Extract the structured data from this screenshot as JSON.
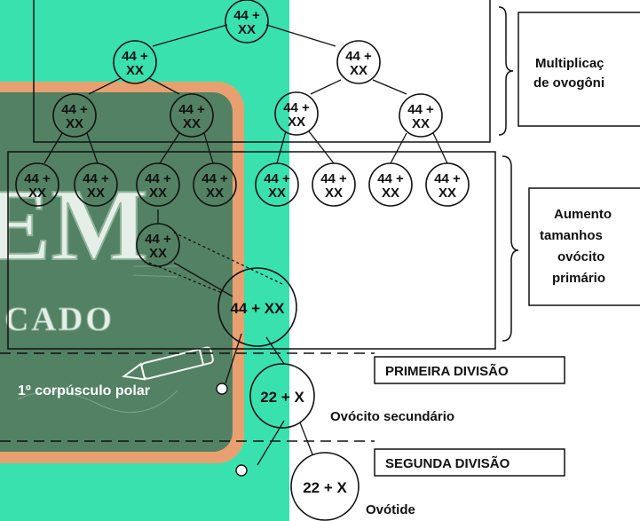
{
  "diagram": {
    "cell_label_top": "44 +",
    "cell_label_bottom": "XX",
    "primary_oocyte_label": "44 + XX",
    "secondary_oocyte_label": "22 + X",
    "ootid_label": "22 + X",
    "polar_body_label": "1º corpúsculo polar",
    "secondary_oocyte_caption": "Ovócito secundário",
    "ootid_caption": "Ovótide",
    "first_division_label": "PRIMEIRA DIVISÃO",
    "second_division_label": "SEGUNDA DIVISÃO",
    "phase1_label_line1": "Multiplicaç",
    "phase1_label_line2": "de ovogôni",
    "phase2_label_line1": "Aumento",
    "phase2_label_line2": "tamanhos",
    "phase2_label_line3": "ovócito",
    "phase2_label_line4": "primário"
  },
  "overlay": {
    "logo_letters": "EM",
    "logo_subtext": "CADO",
    "colors": {
      "mint": "#3fe6b4",
      "board_frame": "#e8a070",
      "board_fill": "#4d7a5e"
    }
  }
}
